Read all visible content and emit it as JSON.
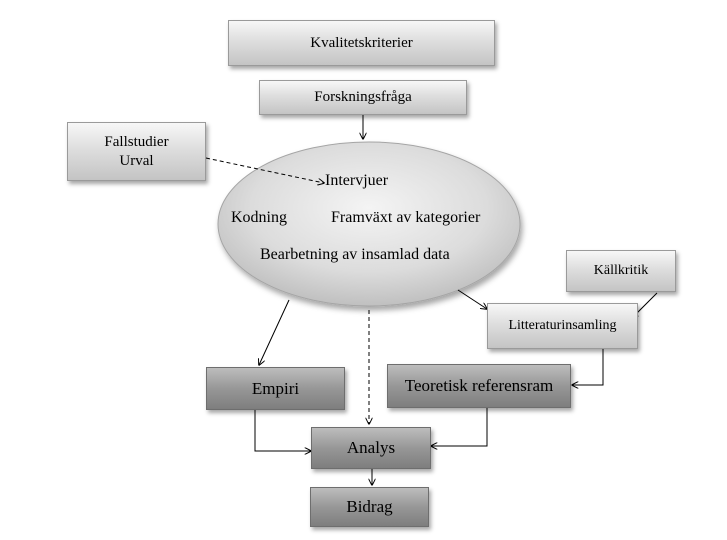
{
  "nodes": {
    "kvalitetskriterier": "Kvalitetskriterier",
    "forskningsfraga": "Forskningsfråga",
    "fallstudier": "Fallstudier",
    "urval": "Urval",
    "intervjuer": "Intervjuer",
    "kodning": "Kodning",
    "framvaxt": "Framväxt av kategorier",
    "bearbetning": "Bearbetning av insamlad data",
    "kallkritik": "Källkritik",
    "litteraturinsamling": "Litteraturinsamling",
    "empiri": "Empiri",
    "teoretisk": "Teoretisk referensram",
    "analys": "Analys",
    "bidrag": "Bidrag"
  }
}
